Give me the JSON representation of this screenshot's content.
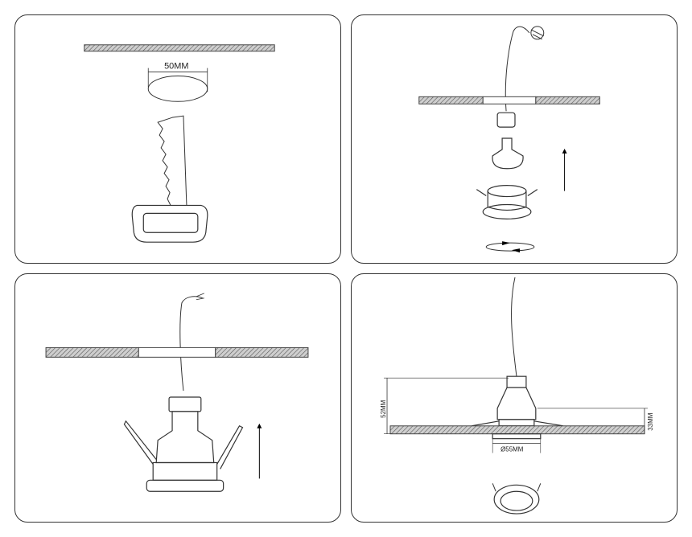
{
  "panels": [
    {
      "id": "step-cut-hole",
      "labels": {
        "hole_diameter": "50MM"
      }
    },
    {
      "id": "step-connect-lamp",
      "labels": {}
    },
    {
      "id": "step-insert-fixture",
      "labels": {}
    },
    {
      "id": "step-dimensions",
      "labels": {
        "height_total": "52MM",
        "height_recess": "33MM",
        "cutout_diameter": "Ø55MM"
      }
    }
  ]
}
